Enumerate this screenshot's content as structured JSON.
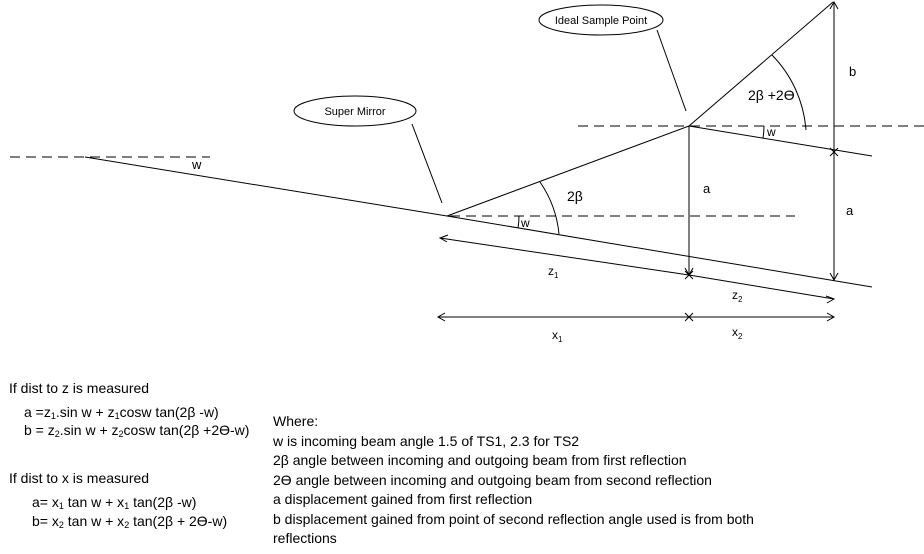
{
  "labels": {
    "w_incoming": "w",
    "super_mirror": "Super Mirror",
    "ideal_sample_point": "Ideal Sample Point",
    "two_beta": "2β",
    "two_beta_two_theta": "2β +2ϴ",
    "w_first": "w",
    "w_second": "w",
    "a_left": "a",
    "a_right": "a",
    "b": "b",
    "z1_main": "z",
    "z1_sub": "1",
    "z2_main": "z",
    "z2_sub": "2",
    "x1_main": "x",
    "x1_sub": "1",
    "x2_main": "x",
    "x2_sub": "2"
  },
  "equations": {
    "z_heading": "If dist to z is measured",
    "z_a": {
      "p1": "a =z",
      "s1": "1",
      "p2": ".sin w + z",
      "s2": "1",
      "p3": "cosw tan(2β -w)"
    },
    "z_b": {
      "p1": "b = z",
      "s1": "2",
      "p2": ".sin w + z",
      "s2": "2",
      "p3": "cosw tan(2β +2ϴ-w)"
    },
    "x_heading": "If dist to x is measured",
    "x_a": {
      "p1": "a= x",
      "s1": "1",
      "p2": " tan w + x",
      "s2": "1",
      "p3": " tan(2β -w)"
    },
    "x_b": {
      "p1": "b= x",
      "s1": "2",
      "p2": " tan w + x",
      "s2": "2",
      "p3": " tan(2β + 2ϴ-w)"
    }
  },
  "where": {
    "heading": "Where:",
    "lines": [
      "w is incoming beam angle 1.5 of TS1, 2.3 for TS2",
      "2β angle between incoming and outgoing beam from first reflection",
      "2ϴ angle between incoming and outgoing beam from second reflection",
      "a displacement gained from first reflection",
      "b displacement gained from point of second reflection angle used is from both reflections"
    ]
  }
}
